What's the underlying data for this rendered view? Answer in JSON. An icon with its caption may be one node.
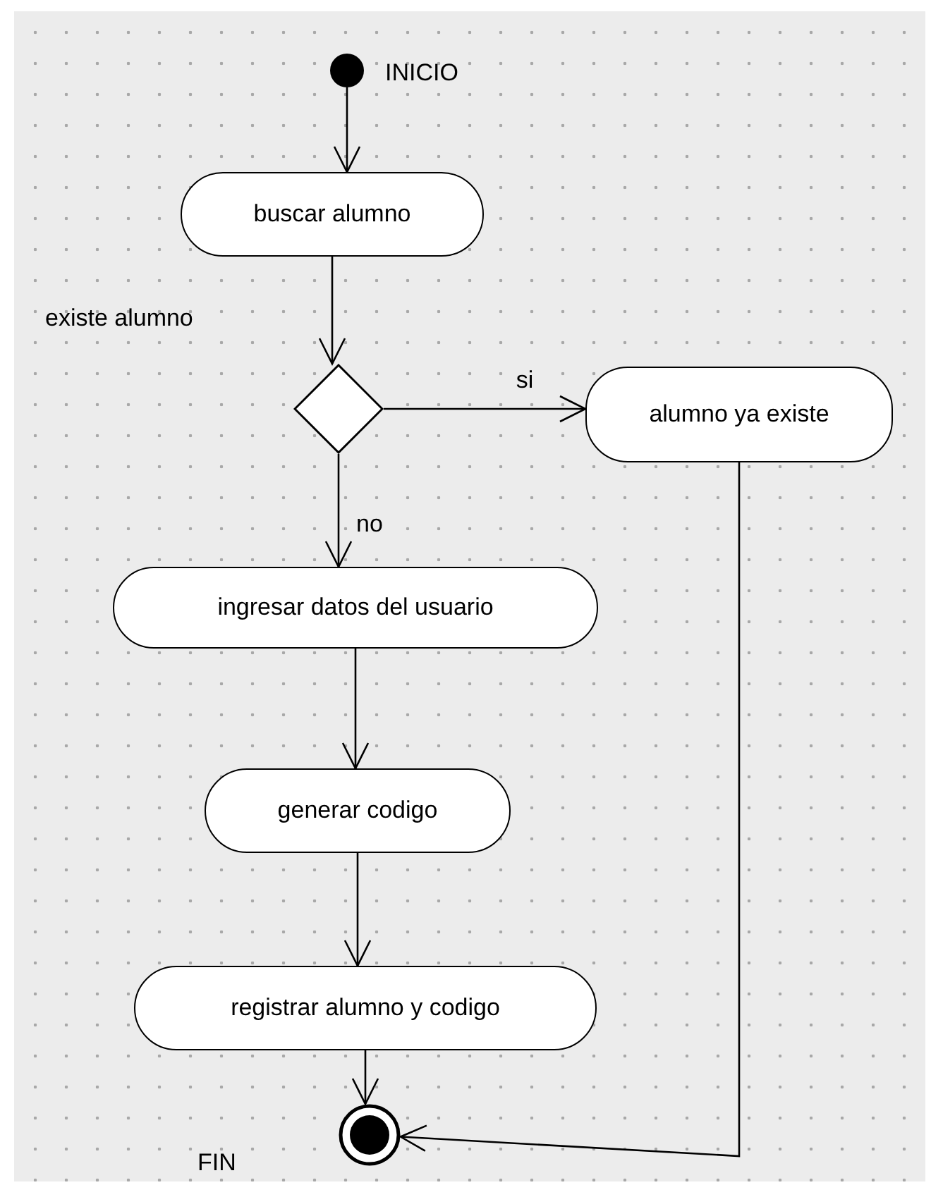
{
  "diagram": {
    "nodes": [
      {
        "text": [],
        "shape": "circle",
        "beside": [
          "INICIO"
        ]
      },
      {
        "text": [
          "buscar alumno"
        ]
      },
      {
        "text": [],
        "shape": "diamond"
      },
      {
        "text": [
          "alumno ya existe"
        ]
      },
      {
        "text": [
          "ingresar datos del usuario"
        ]
      },
      {
        "text": [
          "generar codigo"
        ]
      },
      {
        "text": [
          "registrar alumno y codigo"
        ]
      },
      {
        "text": [],
        "shape": "circle"
      }
    ],
    "labels": [
      "existe alumno",
      "FIN"
    ],
    "edges": [
      {
        "from": 0,
        "to": 1,
        "arrow": "to"
      },
      {
        "from": 1,
        "to": 2,
        "arrow": "to"
      },
      {
        "from": 2,
        "to": 3,
        "label": "si",
        "arrow": "to"
      },
      {
        "from": 2,
        "to": 4,
        "label": "no",
        "arrow": "to"
      },
      {
        "from": 4,
        "to": 5,
        "arrow": "to"
      },
      {
        "from": 5,
        "to": 6,
        "arrow": "to"
      },
      {
        "from": 6,
        "to": 7,
        "arrow": "to"
      },
      {
        "from": 3,
        "to": 7,
        "arrow": "to"
      }
    ]
  }
}
